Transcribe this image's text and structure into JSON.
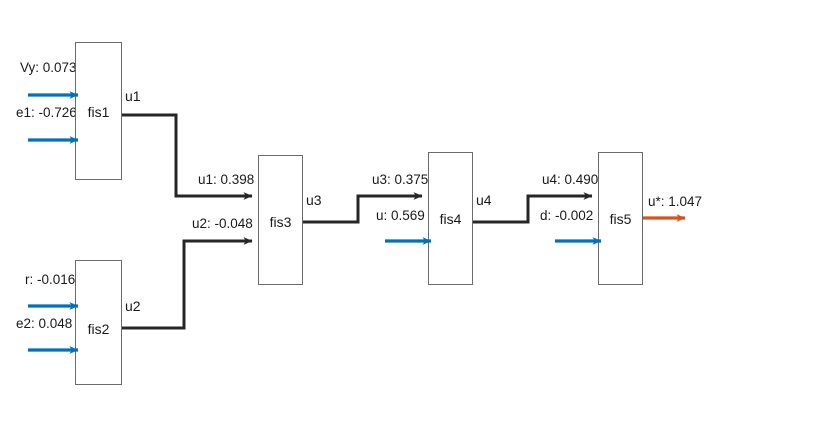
{
  "diagram": {
    "title": "fuzzy-inference-chain",
    "colors": {
      "external_input_arrow": "#0072BD",
      "final_output_arrow": "#D95319",
      "internal_wire": "#262626",
      "box_border": "#6b6b6b",
      "background": "#ffffff",
      "text": "#1a1a1a"
    },
    "blocks": [
      {
        "id": "fis1",
        "name": "fis1"
      },
      {
        "id": "fis2",
        "name": "fis2"
      },
      {
        "id": "fis3",
        "name": "fis3"
      },
      {
        "id": "fis4",
        "name": "fis4"
      },
      {
        "id": "fis5",
        "name": "fis5"
      }
    ],
    "external_inputs": [
      {
        "block": "fis1",
        "label": "Vy: 0.073",
        "signal": "Vy",
        "value": 0.073
      },
      {
        "block": "fis1",
        "label": "e1: -0.726",
        "signal": "e1",
        "value": -0.726
      },
      {
        "block": "fis2",
        "label": "r: -0.016",
        "signal": "r",
        "value": -0.016
      },
      {
        "block": "fis2",
        "label": "e2: 0.048",
        "signal": "e2",
        "value": 0.048
      },
      {
        "block": "fis4",
        "label": "u: 0.569",
        "signal": "u",
        "value": 0.569
      },
      {
        "block": "fis5",
        "label": "d: -0.002",
        "signal": "d",
        "value": -0.002
      }
    ],
    "output_port_labels": [
      {
        "block": "fis1",
        "label": "u1"
      },
      {
        "block": "fis2",
        "label": "u2"
      },
      {
        "block": "fis3",
        "label": "u3"
      },
      {
        "block": "fis4",
        "label": "u4"
      }
    ],
    "signal_labels": [
      {
        "from": "fis1",
        "to": "fis3",
        "label": "u1: 0.398",
        "signal": "u1",
        "value": 0.398
      },
      {
        "from": "fis2",
        "to": "fis3",
        "label": "u2: -0.048",
        "signal": "u2",
        "value": -0.048
      },
      {
        "from": "fis3",
        "to": "fis4",
        "label": "u3: 0.375",
        "signal": "u3",
        "value": 0.375
      },
      {
        "from": "fis4",
        "to": "fis5",
        "label": "u4: 0.490",
        "signal": "u4",
        "value": 0.49
      }
    ],
    "final_output": {
      "block": "fis5",
      "label": "u*: 1.047",
      "signal": "u*",
      "value": 1.047
    }
  }
}
